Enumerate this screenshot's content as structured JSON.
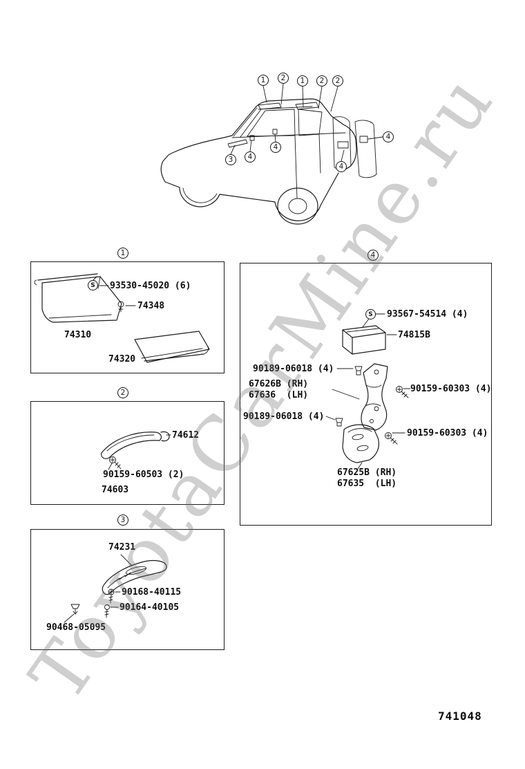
{
  "watermark": "ToyotaCarMine.ru",
  "footer_code": "741048",
  "s_symbol": "S",
  "car_callouts": [
    "1",
    "2",
    "1",
    "2",
    "2",
    "3",
    "4",
    "4",
    "4",
    "4"
  ],
  "section_labels": [
    "1",
    "2",
    "3",
    "4"
  ],
  "box1": {
    "screw_label": "93530-45020 (6)",
    "clip_label": "74348",
    "visor_rh": "74310",
    "visor_lh": "74320"
  },
  "box2": {
    "cap_label": "74612",
    "screw_label": "90159-60503 (2)",
    "grip_label": "74603"
  },
  "box3": {
    "armrest_label": "74231",
    "screw1_label": "90168-40115",
    "screw2_label": "90164-40105",
    "clip_label": "90468-05095"
  },
  "box4": {
    "screw_top_label": "93567-54514 (4)",
    "tray_label": "74815B",
    "clip1_label": "90189-06018 (4)",
    "bracket1_rh": "67626B (RH)",
    "bracket1_lh": "67636  (LH)",
    "screw1_label": "90159-60303 (4)",
    "clip2_label": "90189-06018 (4)",
    "screw2_label": "90159-60303 (4)",
    "bracket2_rh": "67625B (RH)",
    "bracket2_lh": "67635  (LH)"
  }
}
